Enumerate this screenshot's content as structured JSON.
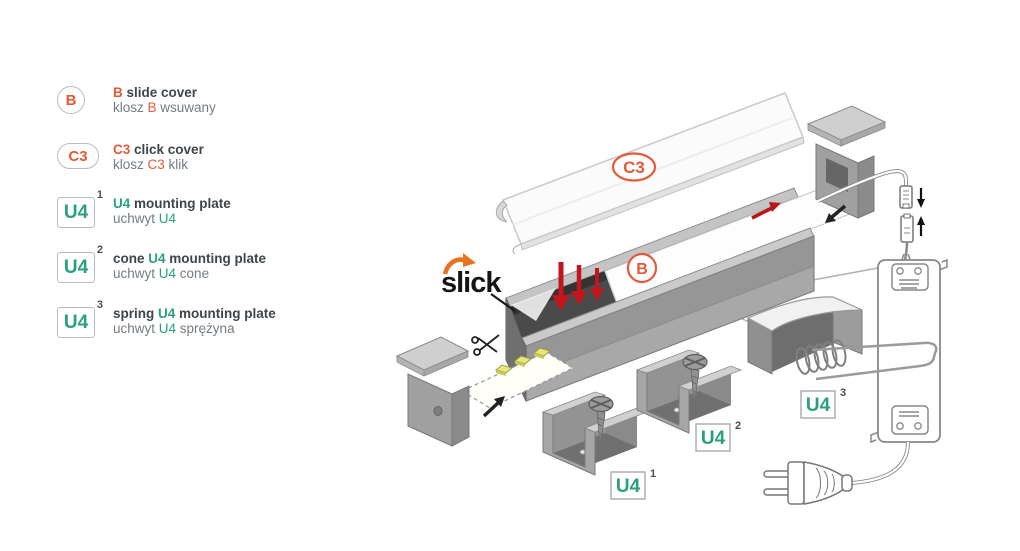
{
  "colors": {
    "accent_orange": "#e4593a",
    "accent_green": "#2aa07e",
    "arrow_red": "#c2161c",
    "logo_orange": "#e8731f",
    "profile_gray": "#a0a0a0"
  },
  "legend": {
    "items": [
      {
        "badge": "B",
        "sup": "",
        "title_prefix": "",
        "title_accent": "B",
        "title_rest": " slide cover",
        "sub_prefix": "klosz ",
        "sub_accent": "B",
        "sub_rest": " wsuwany"
      },
      {
        "badge": "C3",
        "sup": "",
        "title_prefix": "",
        "title_accent": "C3",
        "title_rest": " click cover",
        "sub_prefix": "klosz ",
        "sub_accent": "C3",
        "sub_rest": " klik"
      },
      {
        "badge": "U4",
        "sup": "1",
        "title_prefix": "",
        "title_accent": "U4",
        "title_rest": " mounting plate",
        "sub_prefix": "uchwyt ",
        "sub_accent": "U4",
        "sub_rest": ""
      },
      {
        "badge": "U4",
        "sup": "2",
        "title_prefix": "cone ",
        "title_accent": "U4",
        "title_rest": " mounting plate",
        "sub_prefix": "uchwyt ",
        "sub_accent": "U4",
        "sub_rest": " cone"
      },
      {
        "badge": "U4",
        "sup": "3",
        "title_prefix": "spring ",
        "title_accent": "U4",
        "title_rest": " mounting plate",
        "sub_prefix": "uchwyt ",
        "sub_accent": "U4",
        "sub_rest": " sprężyna"
      }
    ]
  },
  "diagram": {
    "logo_text": "slick",
    "badge_b": "B",
    "badge_c3": "C3",
    "badge_u4": "U4",
    "sup_1": "1",
    "sup_2": "2",
    "sup_3": "3"
  }
}
